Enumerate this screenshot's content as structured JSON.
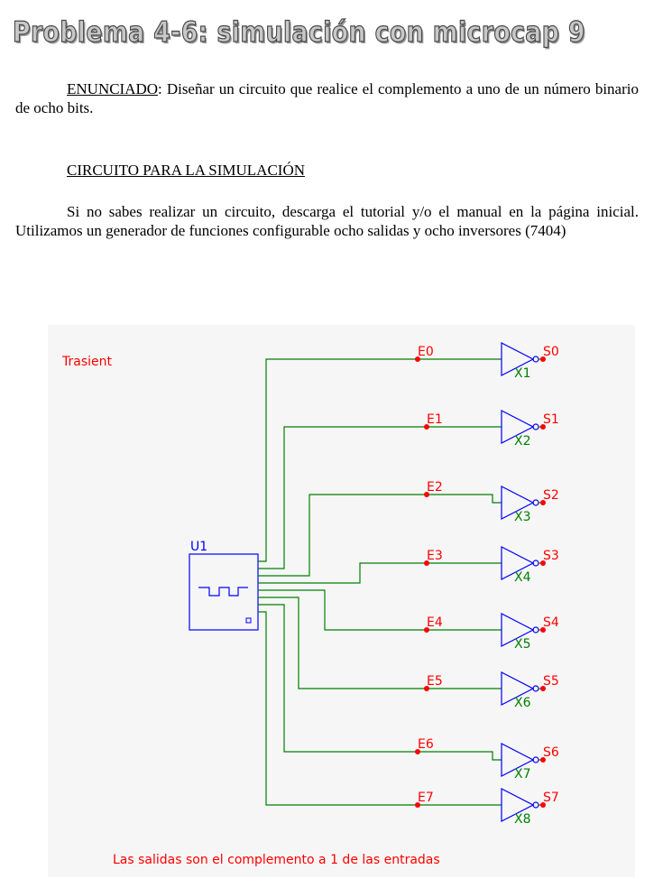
{
  "title": "Problema 4-6: simulación con microcap 9",
  "enunciado": {
    "label": "ENUNCIADO",
    "text": ": Diseñar un circuito que realice el complemento a uno de un número binario de ocho bits."
  },
  "circuito_heading": "CIRCUITO PARA LA SIMULACIÓN",
  "intro_text": "Si no sabes realizar un circuito, descarga el tutorial y/o el manual en la página inicial. Utilizamos un generador de funciones configurable ocho salidas y ocho inversores (7404)",
  "schematic": {
    "analysis_label": "Trasient",
    "generator_label": "U1",
    "inputs": [
      "E0",
      "E1",
      "E2",
      "E3",
      "E4",
      "E5",
      "E6",
      "E7"
    ],
    "outputs": [
      "S0",
      "S1",
      "S2",
      "S3",
      "S4",
      "S5",
      "S6",
      "S7"
    ],
    "inverters": [
      "X1",
      "X2",
      "X3",
      "X4",
      "X5",
      "X6",
      "X7",
      "X8"
    ],
    "note": "Las salidas son el complemento a 1 de las entradas",
    "colors": {
      "wire": "#008000",
      "label": "#ff0000",
      "component": "#0000ff",
      "node": "#ff0000"
    }
  }
}
